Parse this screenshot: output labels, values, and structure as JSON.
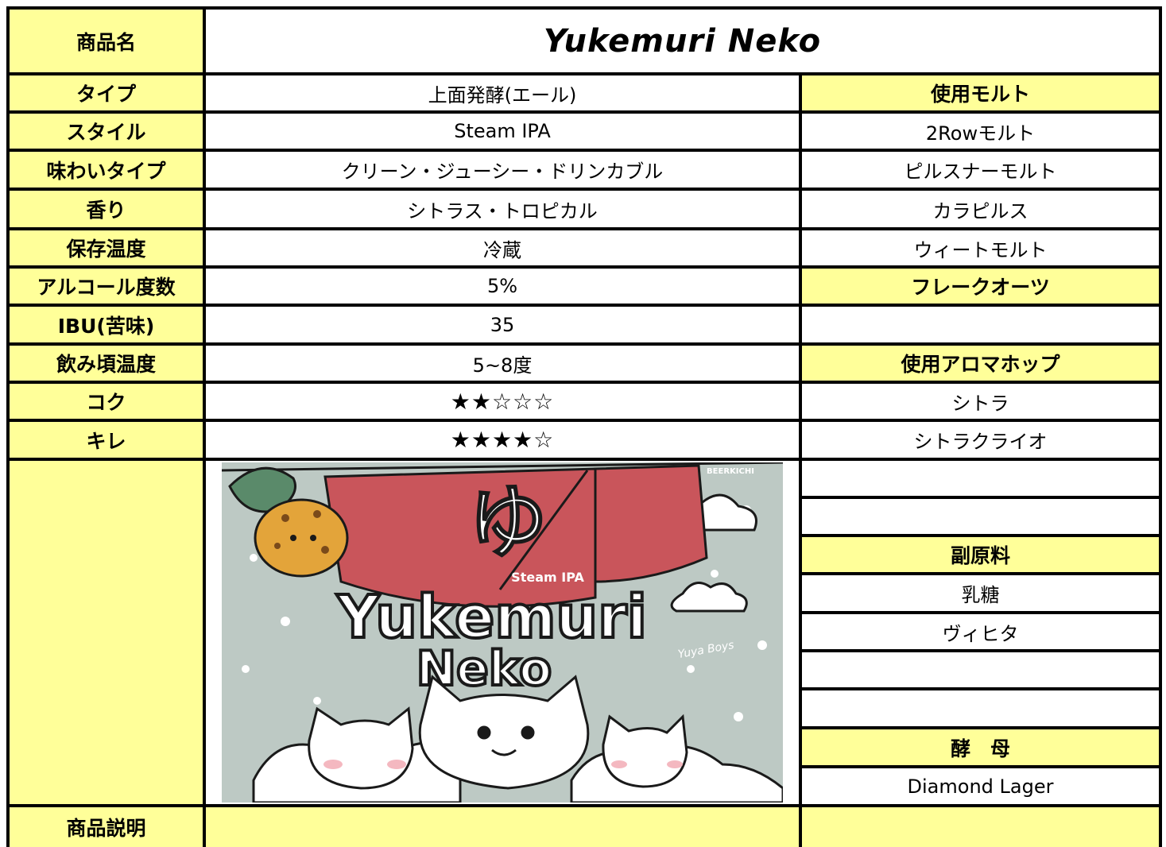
{
  "product": {
    "name_label": "商品名",
    "name": "Yukemuri Neko",
    "description_label": "商品説明"
  },
  "specs": [
    {
      "label": "タイプ",
      "value": "上面発酵(エール)"
    },
    {
      "label": "スタイル",
      "value": "Steam IPA"
    },
    {
      "label": "味わいタイプ",
      "value": "クリーン・ジューシー・ドリンカブル"
    },
    {
      "label": "香り",
      "value": "シトラス・トロピカル"
    },
    {
      "label": "保存温度",
      "value": "冷蔵"
    },
    {
      "label": "アルコール度数",
      "value": "5%"
    },
    {
      "label": "IBU(苦味)",
      "value": "35"
    },
    {
      "label": "飲み頃温度",
      "value": "5~8度"
    },
    {
      "label": "コク",
      "value": "★★☆☆☆",
      "rating": 2,
      "max": 5
    },
    {
      "label": "キレ",
      "value": "★★★★☆",
      "rating": 4,
      "max": 5
    }
  ],
  "ingredients": {
    "malt_header": "使用モルト",
    "malts": [
      "2Rowモルト",
      "ピルスナーモルト",
      "カラピルス",
      "ウィートモルト"
    ],
    "flakes_header": "フレークオーツ",
    "hops_header": "使用アロマホップ",
    "hops": [
      "シトラ",
      "シトラクライオ"
    ],
    "adjunct_header": "副原料",
    "adjuncts": [
      "乳糖",
      "ヴィヒタ"
    ],
    "yeast_header": "酵　母",
    "yeast": "Diamond Lager"
  },
  "label_art": {
    "brand": "BEERKICHI",
    "banner_char": "ゆ",
    "style_text": "Steam IPA",
    "logo_line1": "Yukemuri",
    "logo_line2": "Neko",
    "side_text": "Yuya Boys",
    "colors": {
      "background": "#bdc9c4",
      "banner": "#c9555b",
      "outline": "#1a1a1a",
      "cat": "#ffffff",
      "leopard": "#e3a43a"
    }
  }
}
